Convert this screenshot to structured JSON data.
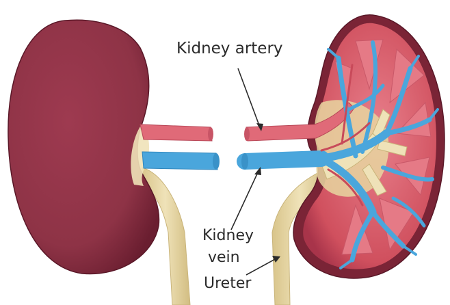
{
  "labels": {
    "kidney_artery": "Kidney artery",
    "kidney_vein_line1": "Kidney",
    "kidney_vein_line2": "vein",
    "ureter": "Ureter"
  },
  "colors": {
    "kidney_outer": "#8e3346",
    "kidney_outer_dark": "#6a1e30",
    "kidney_cortex": "#d0505e",
    "kidney_medulla": "#e57a86",
    "artery": "#e06a78",
    "vein": "#4aa6dc",
    "ureter": "#e6d6a4",
    "leader_line": "#2b2b2b"
  }
}
